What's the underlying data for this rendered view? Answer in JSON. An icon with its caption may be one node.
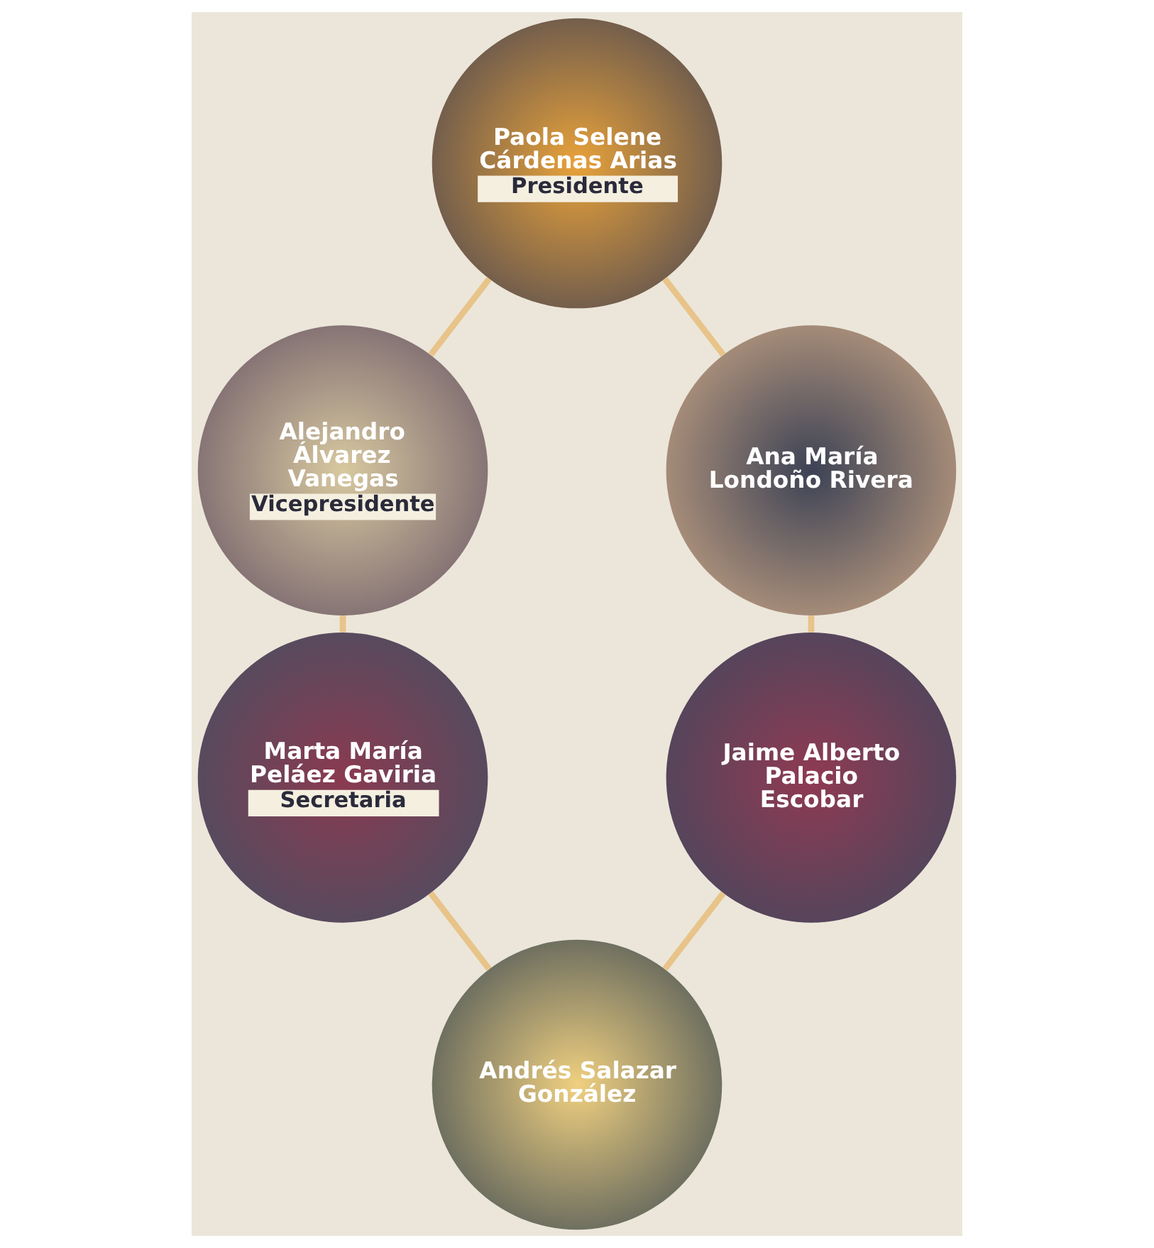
{
  "diagram": {
    "nodes": [
      {
        "text": [
          "Paola Selene Cárdenas Arias",
          "Presidente"
        ]
      },
      {
        "text": [
          "Alejandro Álvarez Vanegas",
          "Vicepresidente"
        ]
      },
      {
        "text": [
          "Ana María Londoño Rivera"
        ]
      },
      {
        "text": [
          "Marta María Peláez Gaviria",
          "Secretaria"
        ]
      },
      {
        "text": [
          "Jaime Alberto Palacio Escobar"
        ]
      },
      {
        "text": [
          "Andrés Salazar González"
        ]
      }
    ],
    "edges": [
      {
        "from": 0,
        "to": 2,
        "arrow": "none"
      },
      {
        "from": 2,
        "to": 4,
        "arrow": "none"
      },
      {
        "from": 4,
        "to": 5,
        "arrow": "none"
      },
      {
        "from": 5,
        "to": 3,
        "arrow": "none"
      },
      {
        "from": 3,
        "to": 1,
        "arrow": "none"
      },
      {
        "from": 1,
        "to": 0,
        "arrow": "none"
      }
    ]
  }
}
